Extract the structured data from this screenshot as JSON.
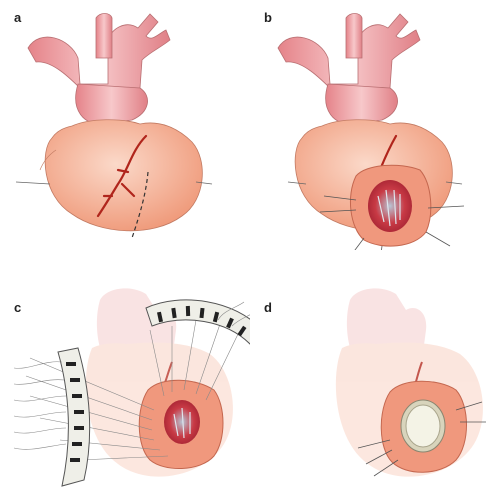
{
  "figure": {
    "panels": [
      {
        "id": "a",
        "label": "a"
      },
      {
        "id": "b",
        "label": "b"
      },
      {
        "id": "c",
        "label": "c"
      },
      {
        "id": "d",
        "label": "d"
      }
    ]
  },
  "colors": {
    "heart": "#f0a78d",
    "heart_light": "#f8c8b5",
    "aorta": "#e98f94",
    "aorta_light": "#f6c3c5",
    "vessel": "#b0251c",
    "scar": "#c8343f",
    "felt_strip": "#efefe8",
    "patch": "#f2f0dc",
    "outline": "#8a4a3a"
  }
}
